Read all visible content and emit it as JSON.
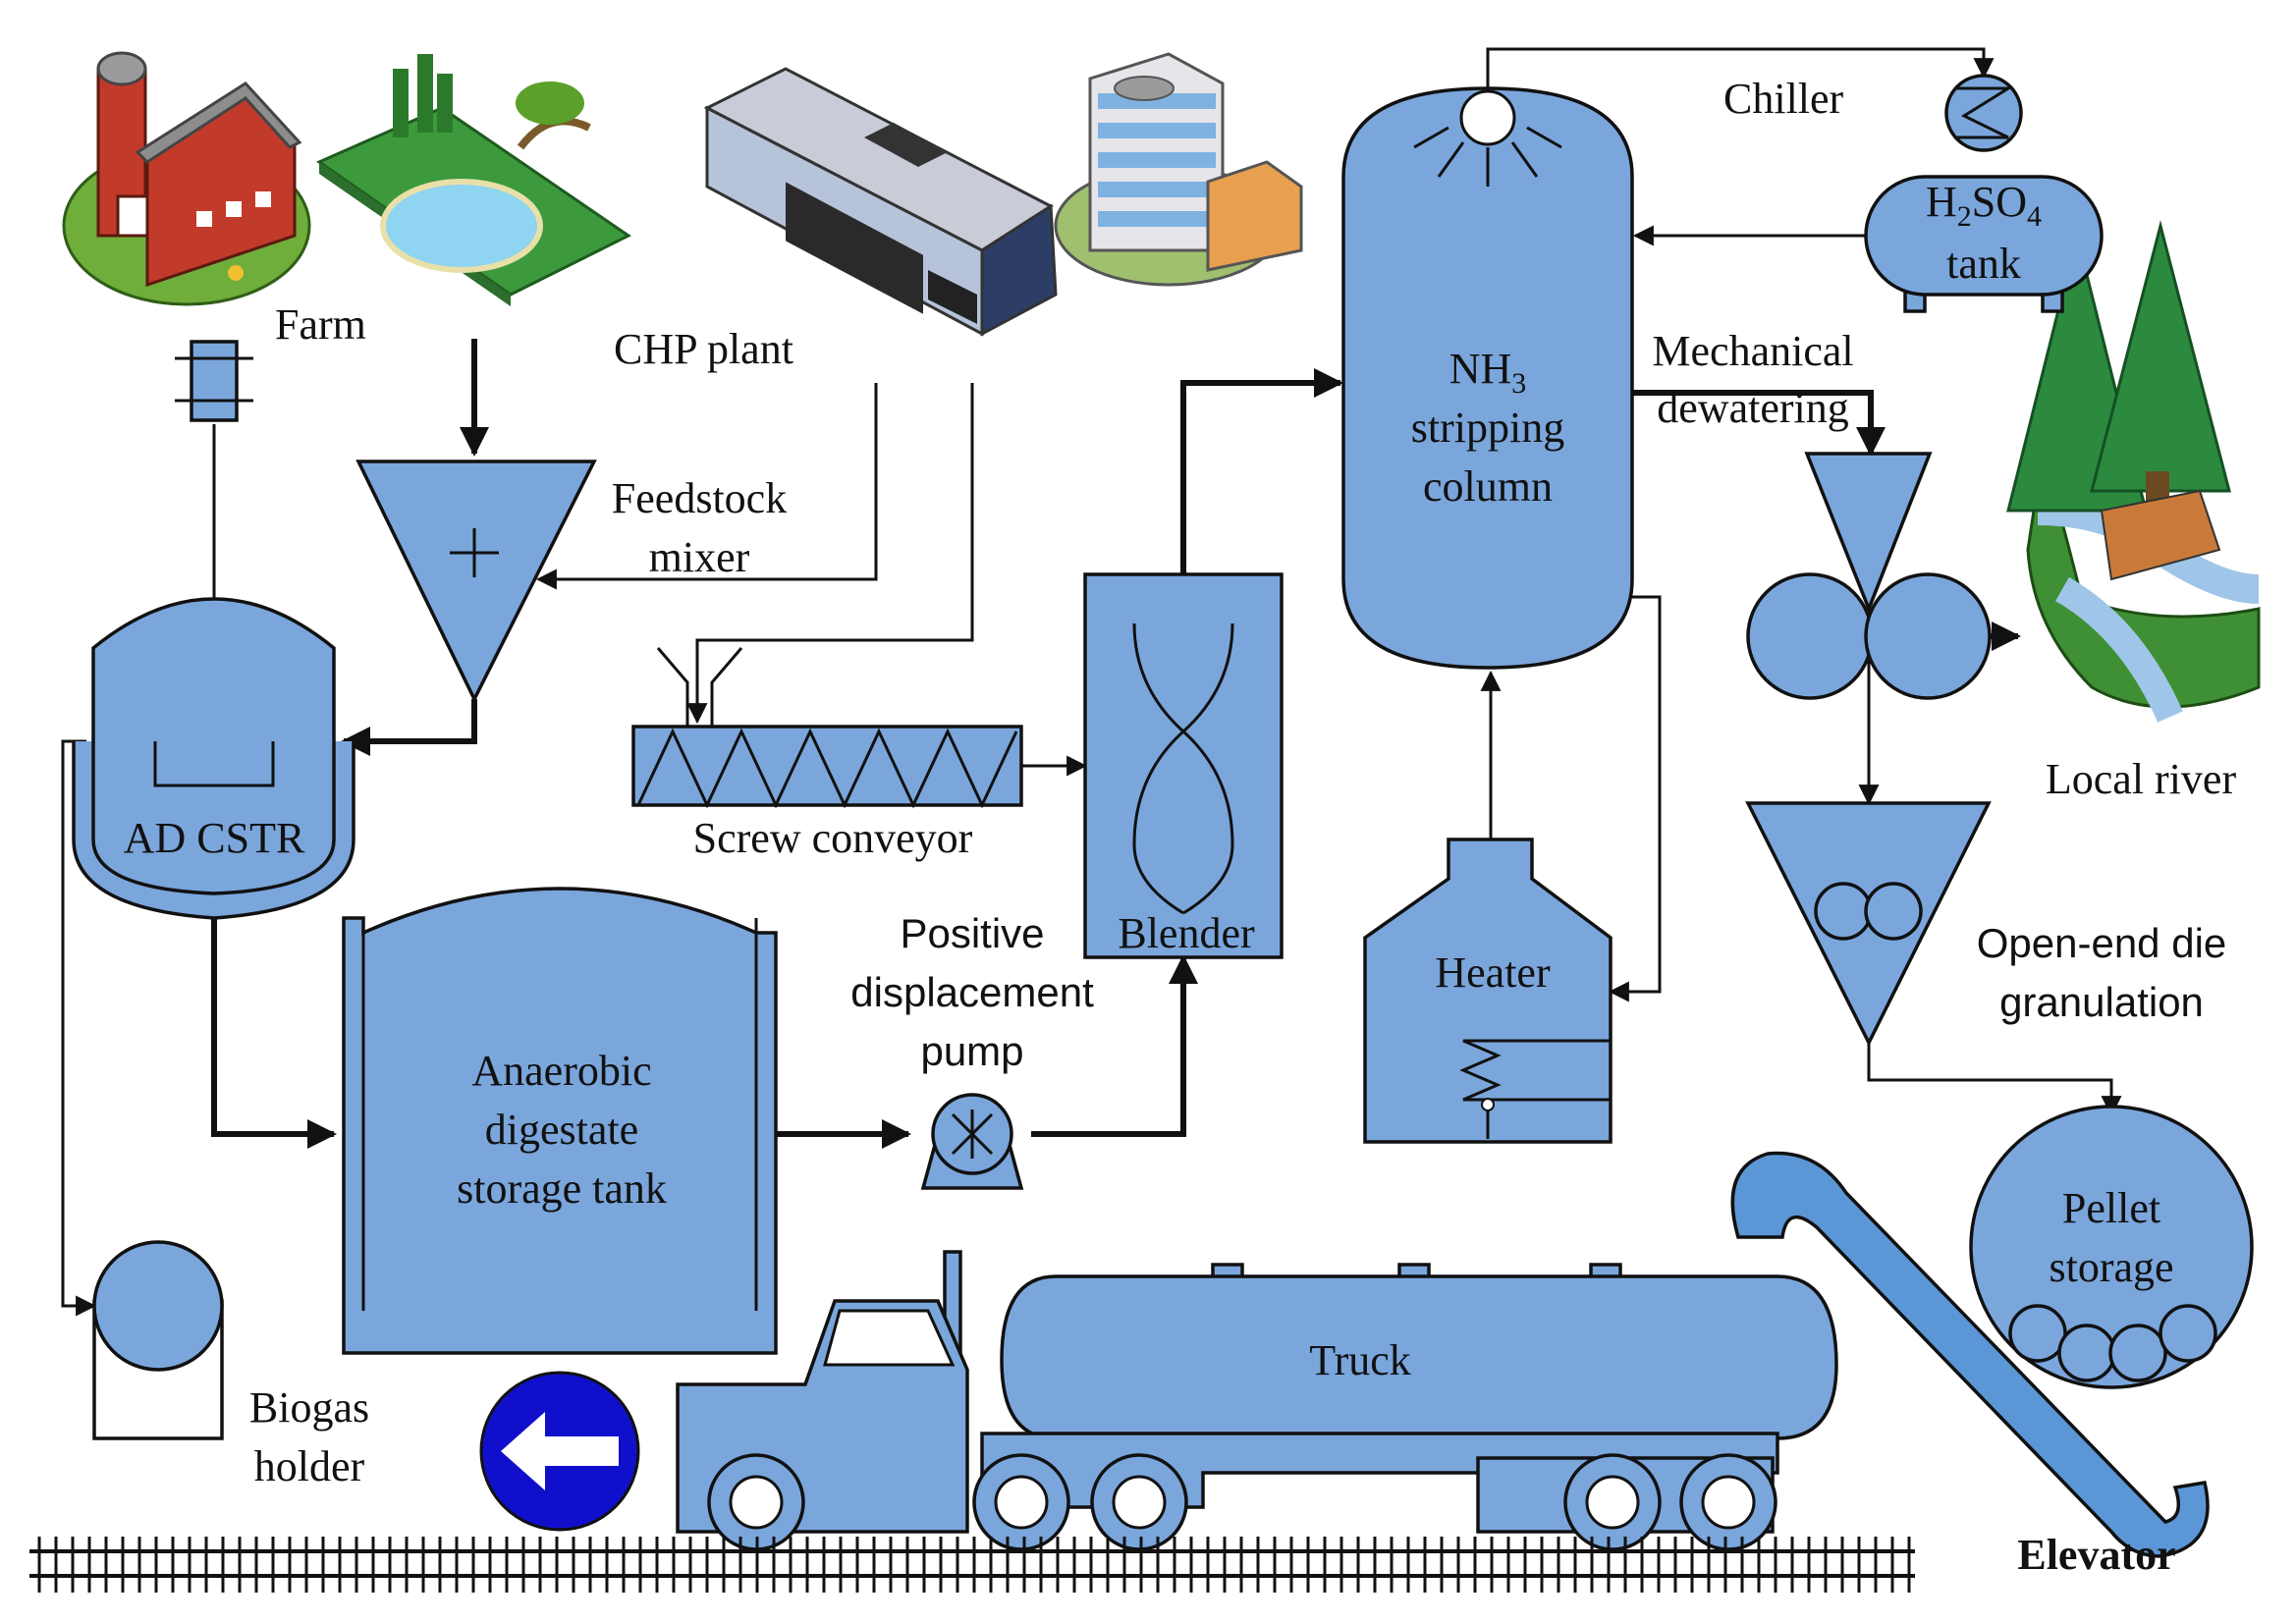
{
  "colors": {
    "equipment_fill": "#7aa6dc",
    "outline": "#111111",
    "elevator_fill": "#5b97d6",
    "sign_blue": "#1010cc"
  },
  "icons": [
    "farm-barn-icon",
    "farm-field-pond-icon",
    "chp-plant-building-icon",
    "office-building-icon",
    "local-river-forest-icon",
    "one-way-arrow-sign-icon"
  ],
  "labels": {
    "farm": "Farm",
    "chp_plant": "CHP plant",
    "chiller": "Chiller",
    "h2so4_tank_line1_pre": "H",
    "h2so4_tank_line1_sub2": "2",
    "h2so4_tank_line1_mid": "SO",
    "h2so4_tank_line1_sub4": "4",
    "h2so4_tank_line2": "tank",
    "nh3_line1_pre": "NH",
    "nh3_line1_sub": "3",
    "nh3_line2": "stripping",
    "nh3_line3": "column",
    "mech_dewater_line1": "Mechanical",
    "mech_dewater_line2": "dewatering",
    "feedstock_mixer_line1": "Feedstock",
    "feedstock_mixer_line2": "mixer",
    "ad_cstr": "AD CSTR",
    "screw_conveyor": "Screw conveyor",
    "blender": "Blender",
    "heater": "Heater",
    "local_river": "Local river",
    "pump_line1": "Positive",
    "pump_line2": "displacement",
    "pump_line3": "pump",
    "storage_tank_line1": "Anaerobic",
    "storage_tank_line2": "digestate",
    "storage_tank_line3": "storage tank",
    "granulation_line1": "Open-end die",
    "granulation_line2": "granulation",
    "pellet_storage_line1": "Pellet",
    "pellet_storage_line2": "storage",
    "truck": "Truck",
    "biogas_holder_line1": "Biogas",
    "biogas_holder_line2": "holder",
    "elevator": "Elevator"
  }
}
